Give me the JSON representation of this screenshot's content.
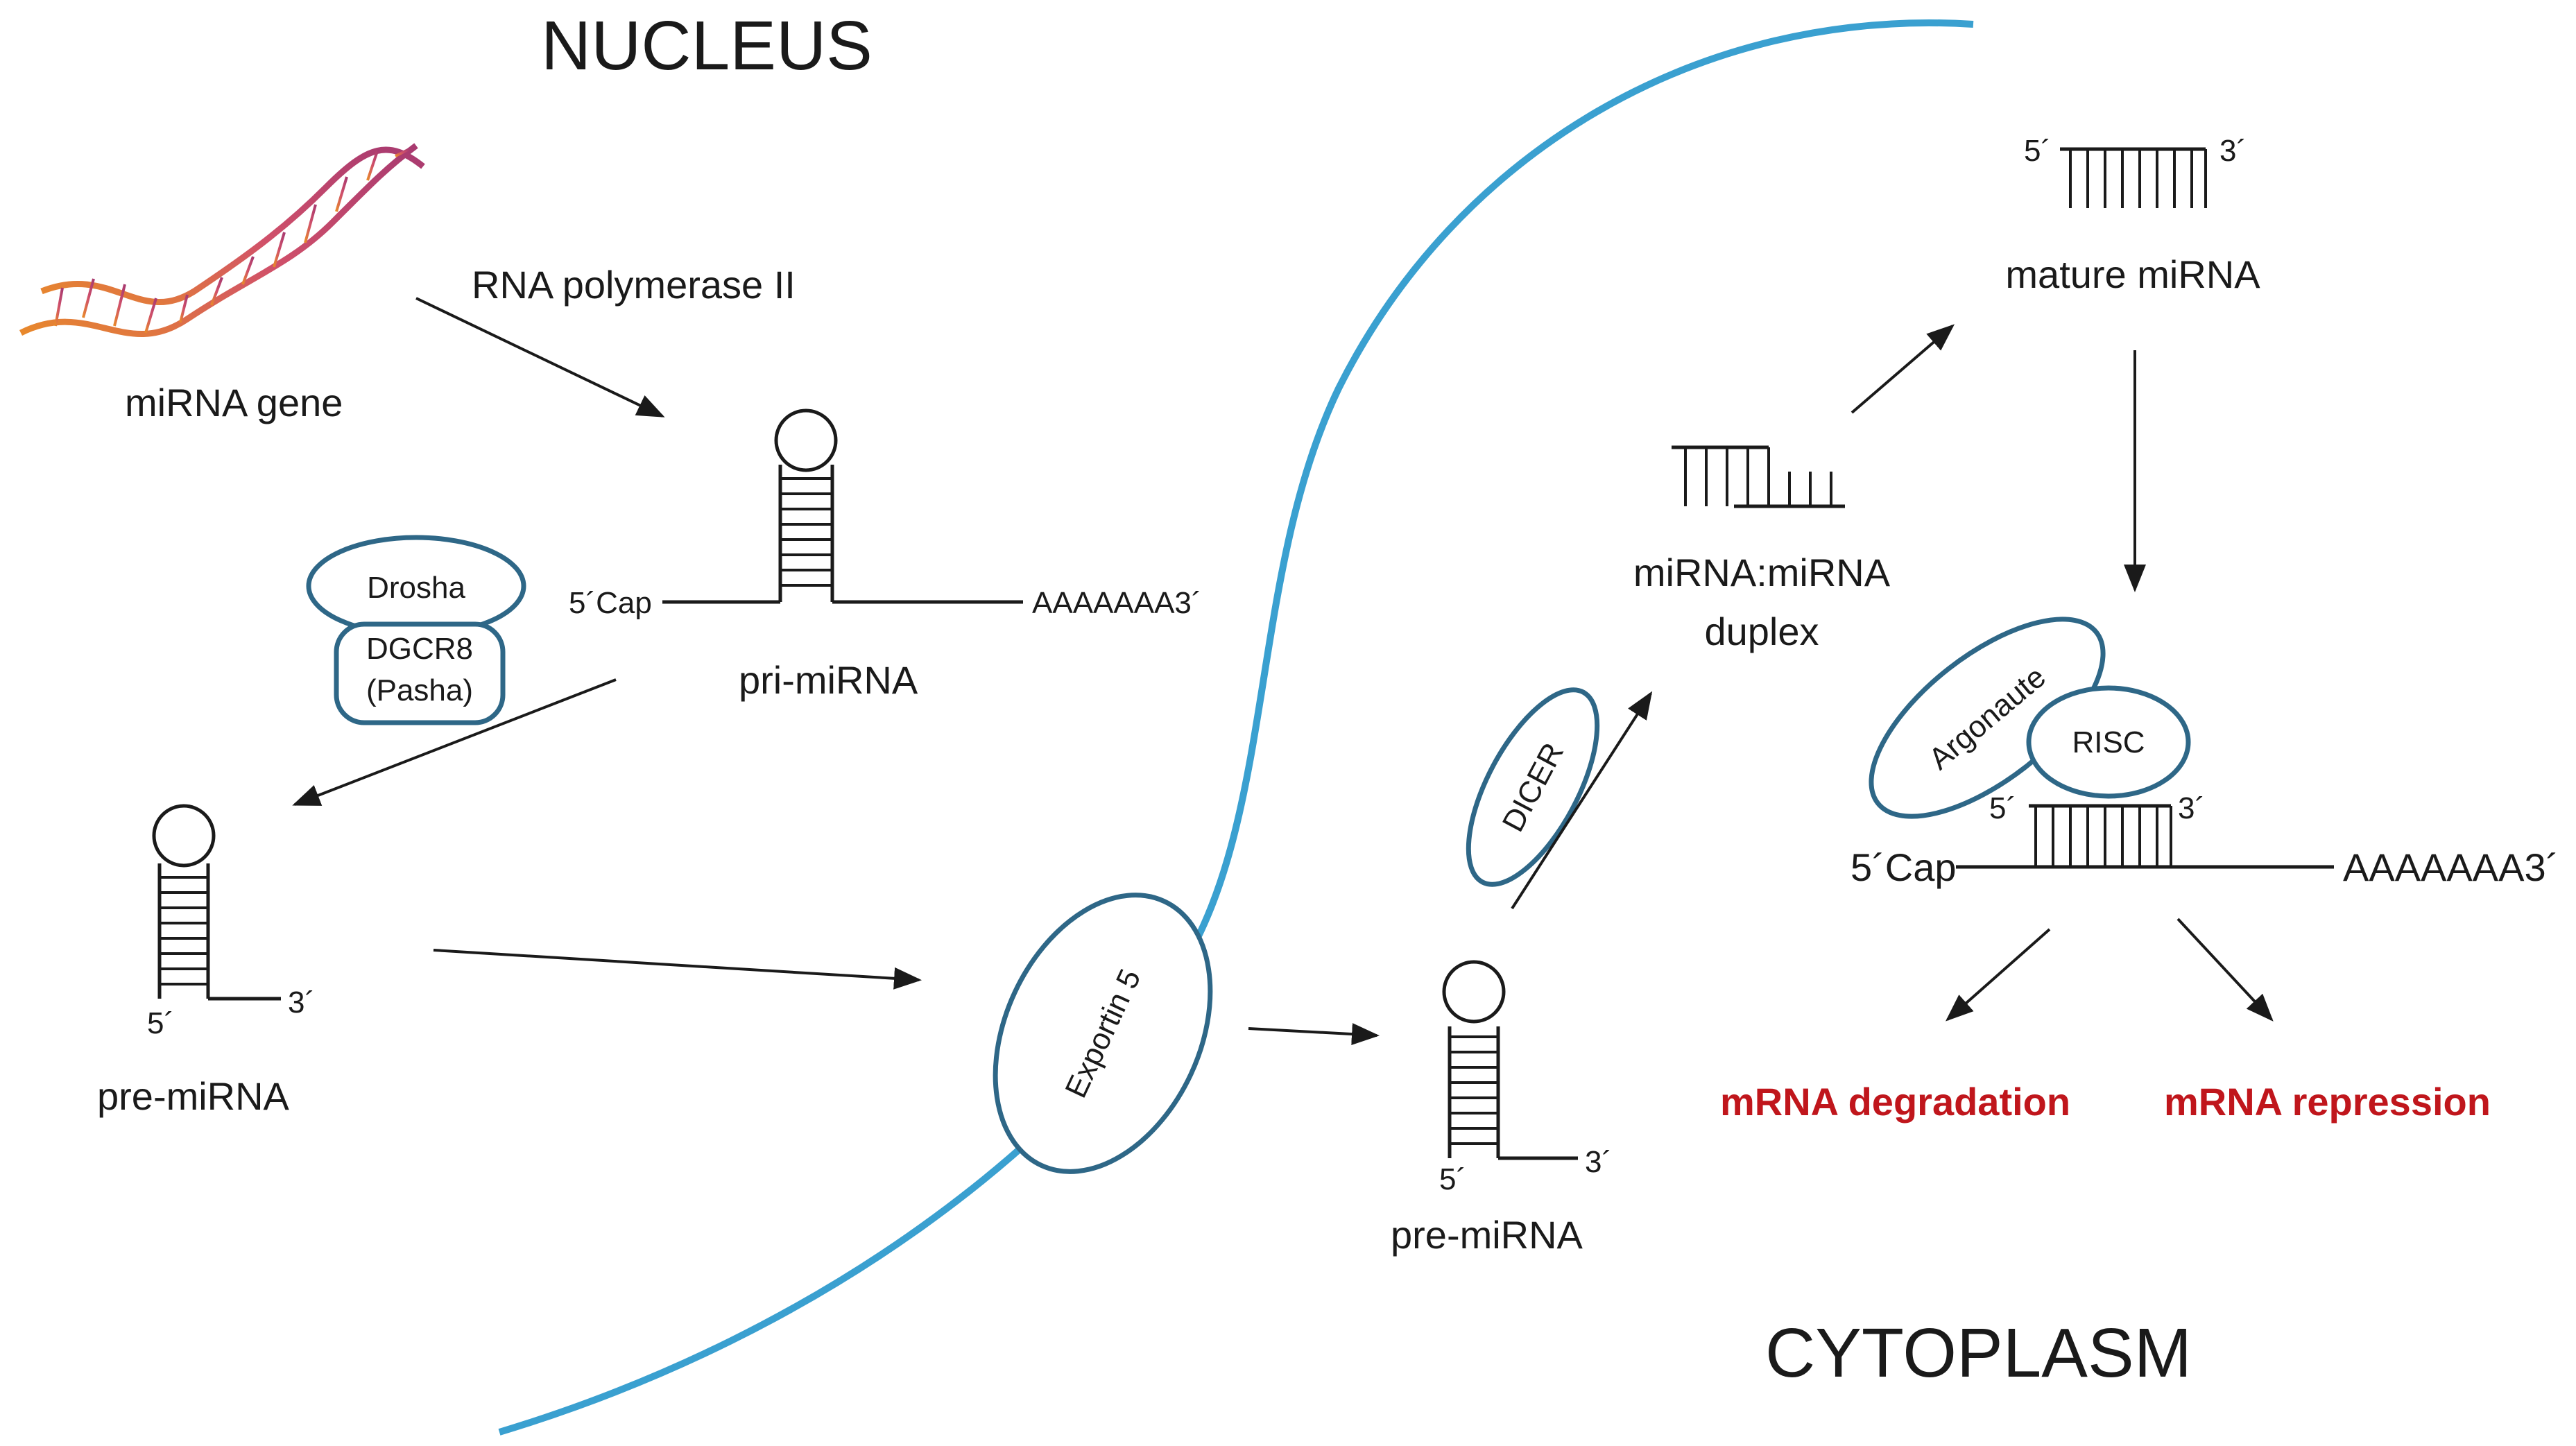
{
  "regions": {
    "nucleus": "NUCLEUS",
    "cytoplasm": "CYTOPLASM"
  },
  "labels": {
    "mirna_gene": "miRNA gene",
    "rna_pol": "RNA polymerase II",
    "pri_mirna": "pri-miRNA",
    "pre_mirna_nucleus": "pre-miRNA",
    "pre_mirna_cyto": "pre-miRNA",
    "duplex_line1": "miRNA:miRNA",
    "duplex_line2": "duplex",
    "mature": "mature miRNA",
    "degradation": "mRNA degradation",
    "repression": "mRNA repression"
  },
  "proteins": {
    "drosha": "Drosha",
    "dgcr8_line1": "DGCR8",
    "dgcr8_line2": "(Pasha)",
    "exportin": "Exportin 5",
    "dicer": "DICER",
    "argonaute": "Argonaute",
    "risc": "RISC"
  },
  "strand_ends": {
    "cap": "5´Cap",
    "polya": "AAAAAAA3´",
    "five": "5´",
    "three": "3´"
  },
  "colors": {
    "membrane": "#3aa0d0",
    "protein_outline": "#2e6787",
    "outcome_text": "#c0161c"
  }
}
